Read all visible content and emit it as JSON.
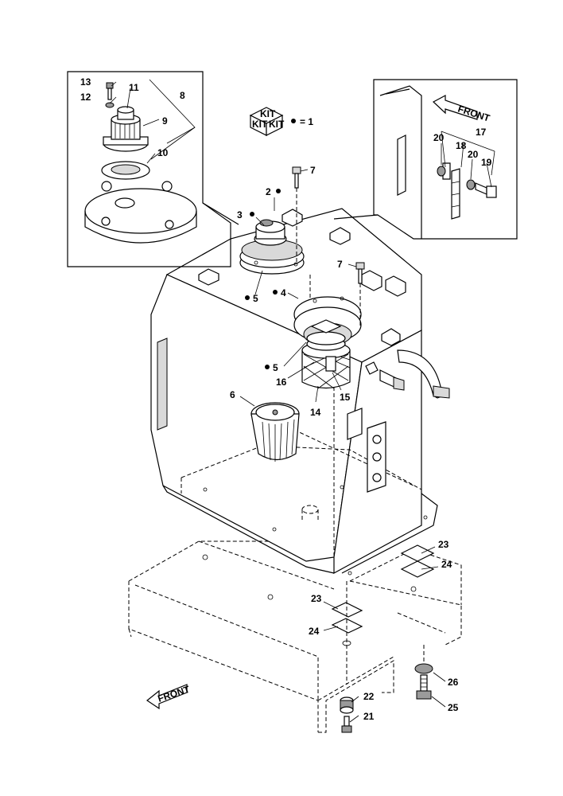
{
  "kit": {
    "box_text_top": "KIT",
    "box_text_left": "KIT",
    "box_text_right": "KIT",
    "legend": "= 1"
  },
  "callouts": [
    "1",
    "2",
    "3",
    "4",
    "5",
    "6",
    "7",
    "8",
    "9",
    "10",
    "11",
    "12",
    "13",
    "14",
    "15",
    "16",
    "17",
    "18",
    "19",
    "20",
    "21",
    "22",
    "23",
    "24",
    "25",
    "26"
  ],
  "front_labels": [
    "FRONT",
    "FRONT"
  ]
}
